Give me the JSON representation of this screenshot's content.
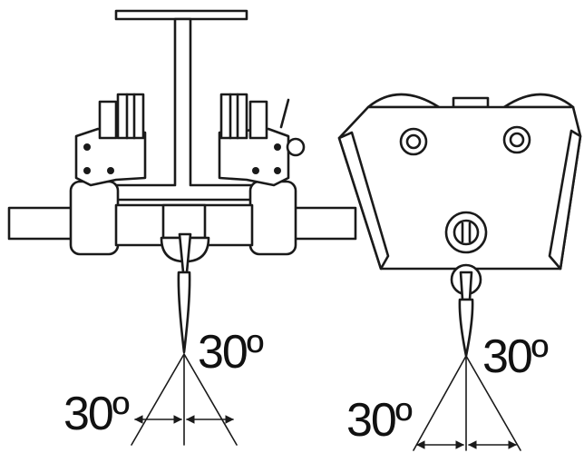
{
  "left_view": {
    "angle_label_right": "30º",
    "angle_label_left": "30º"
  },
  "right_view": {
    "angle_label_right": "30º",
    "angle_label_left": "30º"
  },
  "icons": [
    "beam-trolley-side-view",
    "beam-trolley-front-view",
    "angle-arrow"
  ]
}
